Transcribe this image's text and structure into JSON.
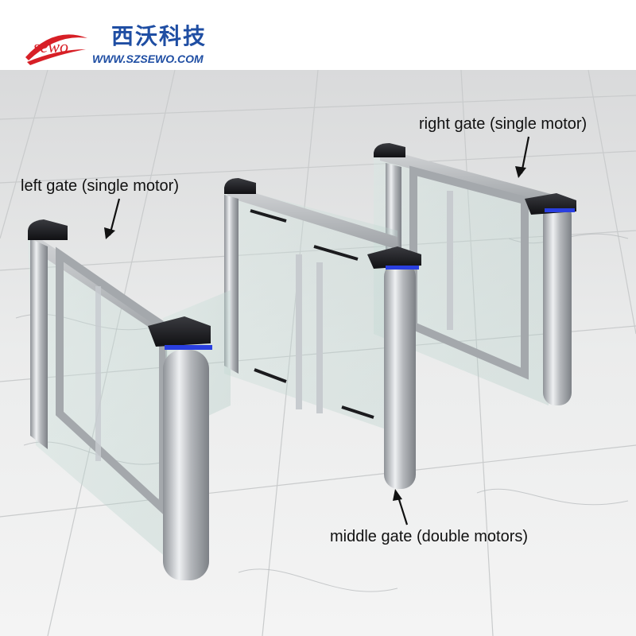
{
  "logo": {
    "badge_text": "sewo",
    "name_cn": "西沃科技",
    "url": "WWW.SZSEWO.COM",
    "brand_color": "#1f4ea3",
    "accent_color": "#d71f26"
  },
  "labels": {
    "left_gate": "left gate (single motor)",
    "right_gate": "right gate (single motor)",
    "middle_gate": "middle gate (double motors)"
  },
  "colors": {
    "floor": "#e9eaea",
    "steel": "#b9bcc0",
    "glass": "#c7dcd6",
    "cap": "#1b1b1e",
    "indicator": "#2a3fe0"
  }
}
